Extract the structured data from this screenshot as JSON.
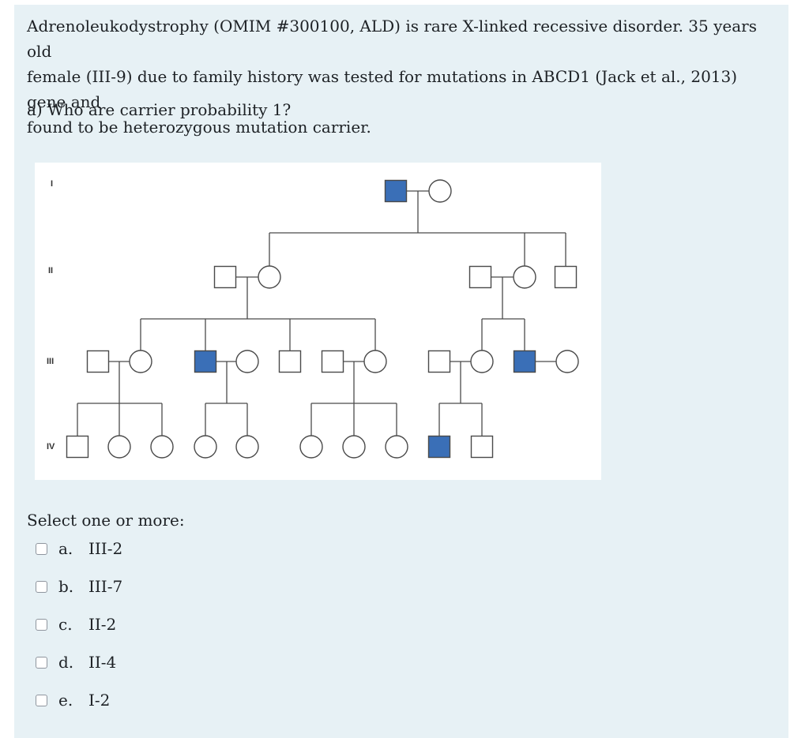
{
  "question": {
    "lines": [
      "Adrenoleukodystrophy (OMIM #300100, ALD) is rare X-linked recessive disorder. 35 years old",
      "female (III-9) due to family history was tested for mutations in ABCD1 (Jack et al., 2013) gene and",
      "found to be heterozygous mutation carrier."
    ],
    "subquestion": "a) Who are carrier probability 1?"
  },
  "pedigree": {
    "generation_labels": [
      "I",
      "II",
      "III",
      "IV"
    ],
    "affected_color": "#3a6fb7",
    "line_color": "#4a4a4a"
  },
  "answer": {
    "prompt": "Select one or more:",
    "options": [
      {
        "letter": "a.",
        "text": "III-2",
        "checked": false
      },
      {
        "letter": "b.",
        "text": "III-7",
        "checked": false
      },
      {
        "letter": "c.",
        "text": "II-2",
        "checked": false
      },
      {
        "letter": "d.",
        "text": "II-4",
        "checked": false
      },
      {
        "letter": "e.",
        "text": "I-2",
        "checked": false
      }
    ]
  }
}
